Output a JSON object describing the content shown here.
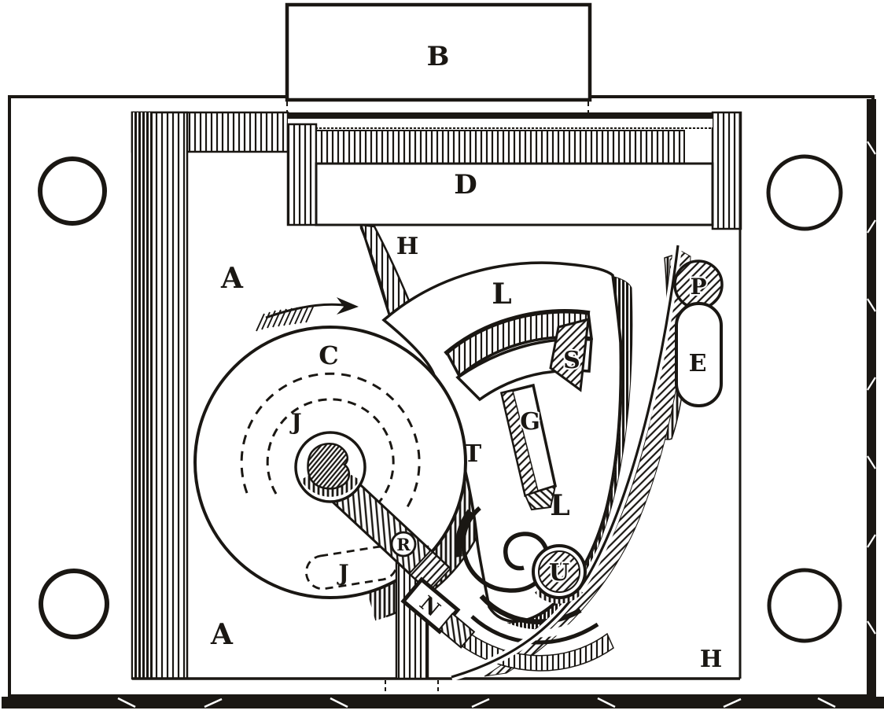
{
  "figure": {
    "colors": {
      "ink": "#1a1713",
      "paper": "#ffffff"
    },
    "icons": {
      "rotation_arrow": "feathered-arrow-right-icon"
    },
    "labels": [
      {
        "name": "label-b-bolt-head",
        "text": "B"
      },
      {
        "name": "label-d-bolt",
        "text": "D"
      },
      {
        "name": "label-h-top",
        "text": "H"
      },
      {
        "name": "label-a-upper",
        "text": "A"
      },
      {
        "name": "label-c-wheel",
        "text": "C"
      },
      {
        "name": "label-j-upper",
        "text": "J"
      },
      {
        "name": "label-t-wheel-edge",
        "text": "T"
      },
      {
        "name": "label-r-stud",
        "text": "R"
      },
      {
        "name": "label-j-lower",
        "text": "J"
      },
      {
        "name": "label-n-nose",
        "text": "N"
      },
      {
        "name": "label-l-upper-lever",
        "text": "L"
      },
      {
        "name": "label-s-stud",
        "text": "S"
      },
      {
        "name": "label-g-gate",
        "text": "G"
      },
      {
        "name": "label-l-lower-lever",
        "text": "L"
      },
      {
        "name": "label-u-stud",
        "text": "U"
      },
      {
        "name": "label-p-stud",
        "text": "P"
      },
      {
        "name": "label-e-spring-end",
        "text": "E"
      },
      {
        "name": "label-h-bottom",
        "text": "H"
      },
      {
        "name": "label-a-lower",
        "text": "A"
      }
    ]
  }
}
